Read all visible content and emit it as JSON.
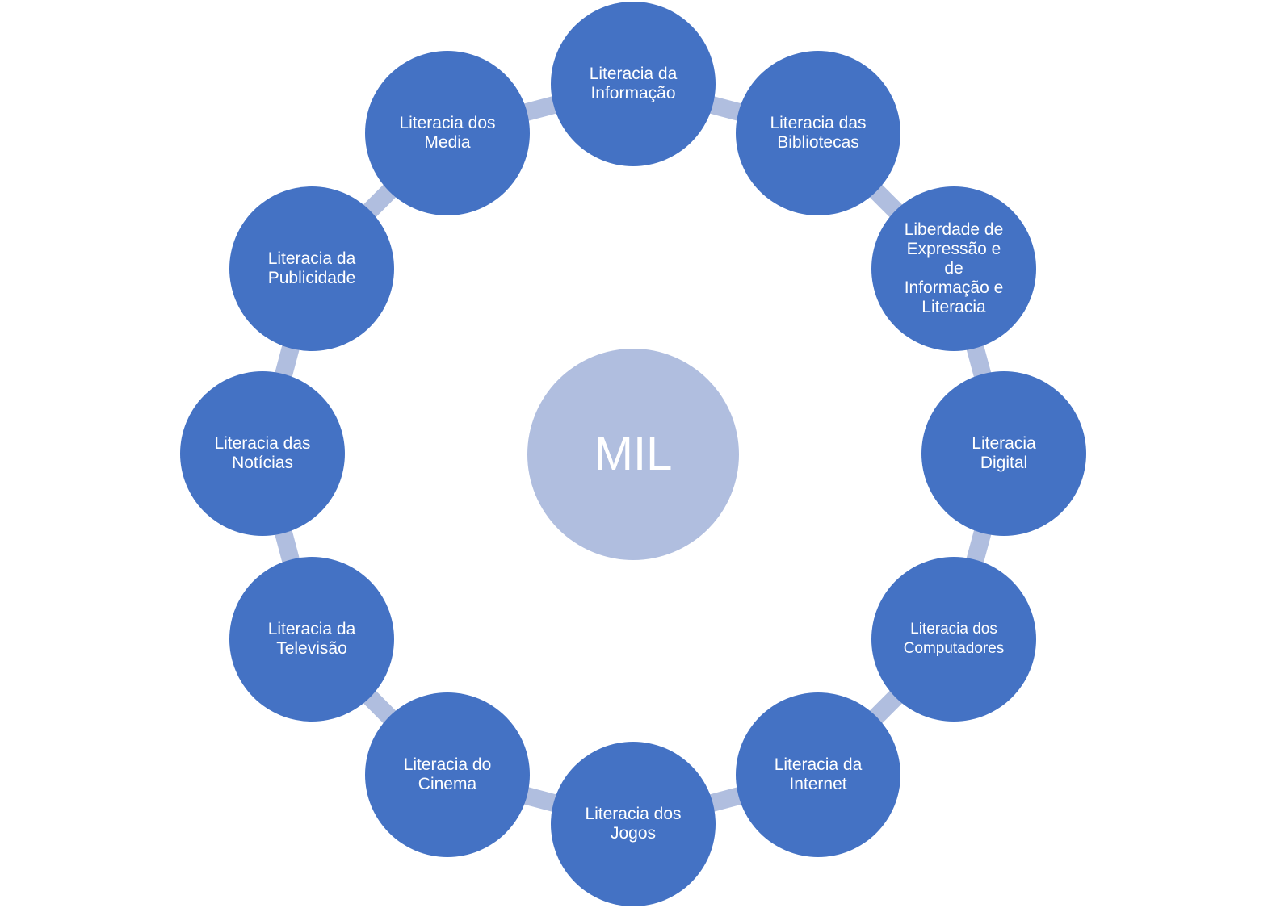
{
  "diagram": {
    "center": {
      "label": "MIL"
    },
    "nodes": [
      {
        "id": "informacao",
        "label": "Literacia da\nInformação"
      },
      {
        "id": "bibliotecas",
        "label": "Literacia das\nBibliotecas"
      },
      {
        "id": "liberdade",
        "label": "Liberdade de\nExpressão e\nde\nInformação e\nLiteracia"
      },
      {
        "id": "digital",
        "label": "Literacia\nDigital"
      },
      {
        "id": "computadores",
        "label": "Literacia dos\nComputadores"
      },
      {
        "id": "internet",
        "label": "Literacia da\nInternet"
      },
      {
        "id": "jogos",
        "label": "Literacia dos\nJogos"
      },
      {
        "id": "cinema",
        "label": "Literacia do\nCinema"
      },
      {
        "id": "televisao",
        "label": "Literacia da\nTelevisão"
      },
      {
        "id": "noticias",
        "label": "Literacia das\nNotícias"
      },
      {
        "id": "publicidade",
        "label": "Literacia da\nPublicidade"
      },
      {
        "id": "media",
        "label": "Literacia dos\nMedia"
      }
    ],
    "colors": {
      "node_fill": "#4472c4",
      "center_fill": "#b0bedf",
      "connector": "#b0bedf",
      "text": "#ffffff"
    }
  }
}
